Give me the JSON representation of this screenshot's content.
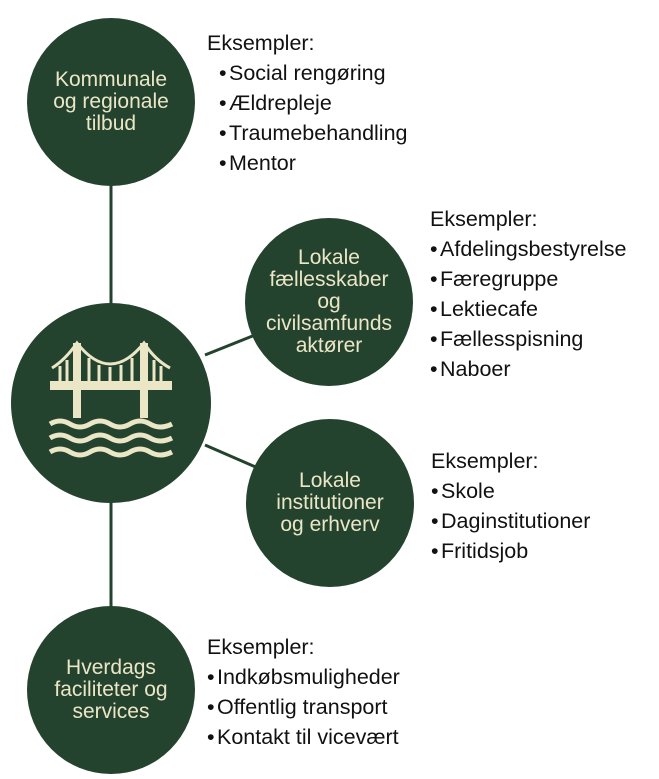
{
  "colors": {
    "circle_fill": "#24432f",
    "circle_text": "#eae6c6",
    "connector": "#24432f",
    "icon": "#eae6c6"
  },
  "center": {
    "icon": "bridge-over-water-icon"
  },
  "nodes": [
    {
      "id": "kommunale",
      "lines": [
        "Kommunale",
        "og regionale",
        "tilbud"
      ],
      "examples_heading": "Eksempler:",
      "examples": [
        "Social rengøring",
        "Ældrepleje",
        "Traumebehandling",
        "Mentor"
      ]
    },
    {
      "id": "lokale-faellesskaber",
      "lines": [
        "Lokale",
        "fællesskaber",
        "og",
        "civilsamfunds",
        "aktører"
      ],
      "examples_heading": "Eksempler:",
      "examples": [
        "Afdelingsbestyrelse",
        "Færegruppe",
        "Lektiecafe",
        "Fællesspisning",
        "Naboer"
      ]
    },
    {
      "id": "lokale-institutioner",
      "lines": [
        "Lokale",
        "institutioner",
        "og erhverv"
      ],
      "examples_heading": "Eksempler:",
      "examples": [
        "Skole",
        "Daginstitutioner",
        "Fritidsjob"
      ]
    },
    {
      "id": "hverdags",
      "lines": [
        "Hverdags",
        "faciliteter og",
        "services"
      ],
      "examples_heading": "Eksempler:",
      "examples": [
        "Indkøbsmuligheder",
        "Offentlig transport",
        "Kontakt til vicevært"
      ]
    }
  ]
}
